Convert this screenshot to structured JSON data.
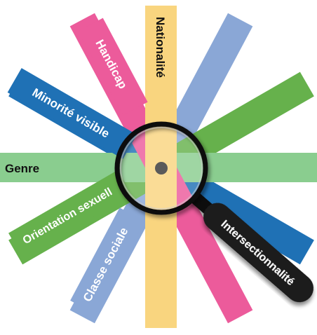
{
  "center_label": "Intersectionnalité",
  "bands": {
    "nationalite": {
      "label": "Nationalité",
      "color": "#f9d57f"
    },
    "handicap": {
      "label": "Handicap",
      "color": "#ec5b9b"
    },
    "minorite_visible": {
      "label": "Minorité visible",
      "color": "#1f71b5"
    },
    "genre": {
      "label": "Genre",
      "color": "#8acd8f"
    },
    "orientation_sexuelle": {
      "label": "Orientation sexuell",
      "color": "#66b14c"
    },
    "classe_sociale": {
      "label": "Classe sociale",
      "color": "#8aa7d6"
    }
  },
  "magnifier": {
    "frame_color": "#111111",
    "lens_tint": "#ffffff",
    "dot_color": "#5a5a5a"
  }
}
